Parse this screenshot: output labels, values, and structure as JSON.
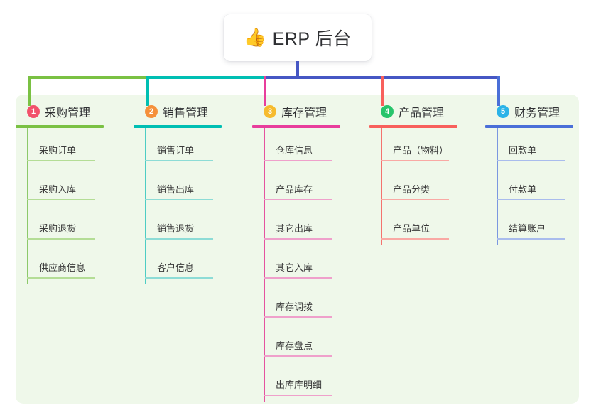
{
  "root": {
    "icon": "thumbs-up-icon",
    "emoji": "👍",
    "title": "ERP 后台"
  },
  "theme": {
    "page_background": "#ffffff",
    "panel_background": "#eff8ea",
    "root_stem_color": "#4657c4"
  },
  "trunk": {
    "segments": [
      {
        "name": "trunk-segment-green",
        "color": "#7ac143"
      },
      {
        "name": "trunk-segment-teal",
        "color": "#00bfb3"
      },
      {
        "name": "trunk-segment-indigo",
        "color": "#4657c4"
      }
    ]
  },
  "columns": [
    {
      "number": "1",
      "title": "采购管理",
      "badge_color": "#f2526b",
      "line_color": "#7ac143",
      "spine_color": "#8dc96a",
      "rule_color": "#b4dd96",
      "items": [
        {
          "label": "采购订单"
        },
        {
          "label": "采购入库"
        },
        {
          "label": "采购退货"
        },
        {
          "label": "供应商信息"
        }
      ]
    },
    {
      "number": "2",
      "title": "销售管理",
      "badge_color": "#f5903b",
      "line_color": "#00bfb3",
      "spine_color": "#4ecdc4",
      "rule_color": "#8ddcd6",
      "items": [
        {
          "label": "销售订单"
        },
        {
          "label": "销售出库"
        },
        {
          "label": "销售退货"
        },
        {
          "label": "客户信息"
        }
      ]
    },
    {
      "number": "3",
      "title": "库存管理",
      "badge_color": "#f6bb2e",
      "line_color": "#e83e9c",
      "spine_color": "#e5539f",
      "rule_color": "#efa0cb",
      "items": [
        {
          "label": "仓库信息"
        },
        {
          "label": "产品库存"
        },
        {
          "label": "其它出库"
        },
        {
          "label": "其它入库"
        },
        {
          "label": "库存调拨"
        },
        {
          "label": "库存盘点"
        },
        {
          "label": "出库库明细"
        }
      ]
    },
    {
      "number": "4",
      "title": "产品管理",
      "badge_color": "#27c46b",
      "line_color": "#f8605c",
      "spine_color": "#f4736e",
      "rule_color": "#f9a9a4",
      "items": [
        {
          "label": "产品（物料）"
        },
        {
          "label": "产品分类"
        },
        {
          "label": "产品单位"
        }
      ]
    },
    {
      "number": "5",
      "title": "财务管理",
      "badge_color": "#2bb3e8",
      "line_color": "#4a6fd8",
      "spine_color": "#7b97e0",
      "rule_color": "#a9bced",
      "items": [
        {
          "label": "回款单"
        },
        {
          "label": "付款单"
        },
        {
          "label": "结算账户"
        }
      ]
    }
  ]
}
